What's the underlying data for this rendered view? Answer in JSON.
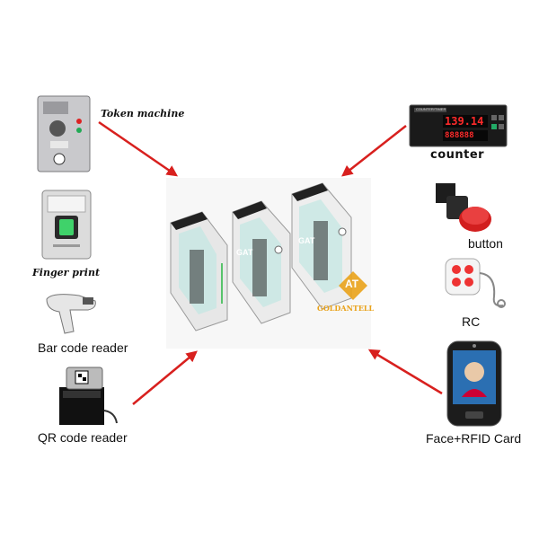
{
  "labels": {
    "token_machine": "Token machine",
    "finger_print": "Finger print",
    "bar_code_reader": "Bar code reader",
    "qr_code_reader": "QR code reader",
    "counter": "counter",
    "button": "button",
    "rc": "RC",
    "face_rfid": "Face+RFID Card"
  },
  "center": {
    "brand_mark": "AT",
    "brand_name": "GOLDANTELL",
    "gate_text": "GAT"
  },
  "counter_display": {
    "top_digits": "139.14",
    "bottom_digits": "888888",
    "header": "COUNTER/TIMER"
  },
  "colors": {
    "arrow": "#d8201e",
    "display_red": "#ff2a2a",
    "brand_gold": "#e9a21a",
    "button_red": "#d21f1f",
    "gate_glass": "#bfe6e2"
  },
  "icons": {
    "token_machine": "coin-acceptor-icon",
    "finger_print": "fingerprint-reader-icon",
    "bar_code_reader": "barcode-scanner-icon",
    "qr_code_reader": "qr-scanner-icon",
    "counter": "counter-timer-icon",
    "button": "emergency-button-icon",
    "rc": "remote-control-icon",
    "face_rfid": "face-recognition-terminal-icon"
  }
}
